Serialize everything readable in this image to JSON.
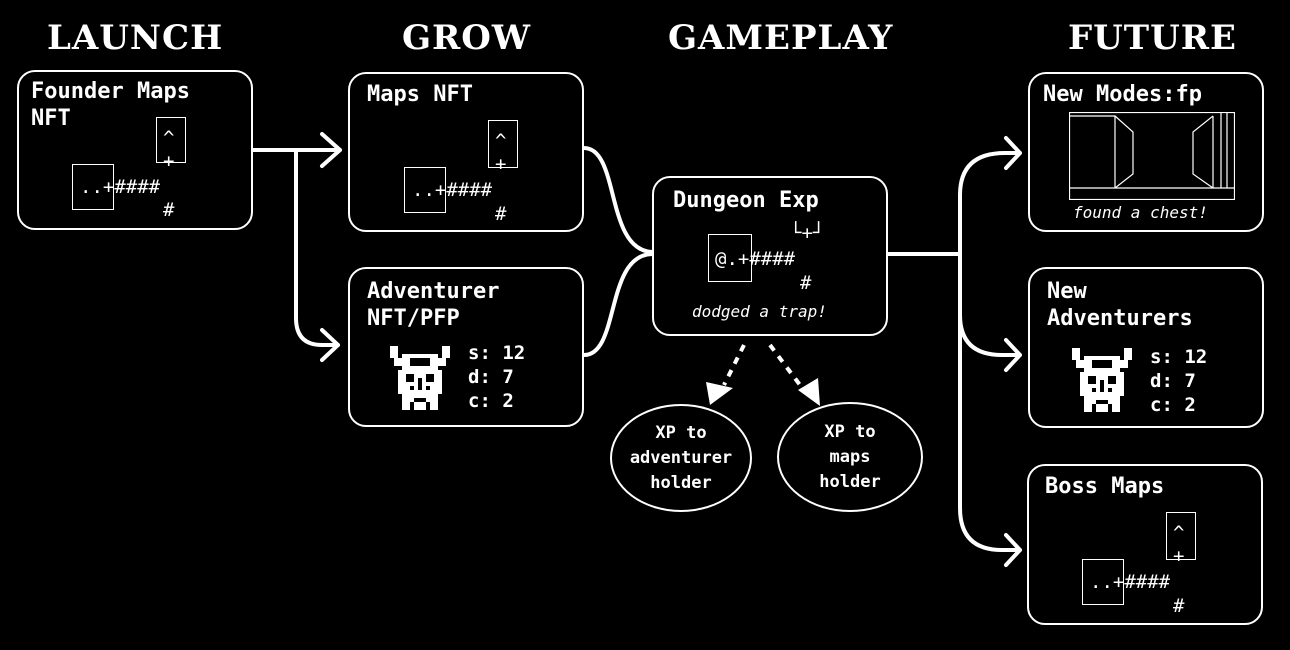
{
  "columns": {
    "launch": "LAUNCH",
    "grow": "GROW",
    "gameplay": "GAMEPLAY",
    "future": "FUTURE"
  },
  "founder_maps": {
    "title": "Founder Maps\nNFT",
    "map": {
      "up": "^",
      "plus": "+",
      "path": "..+####",
      "tail": "#"
    }
  },
  "maps_nft": {
    "title": "Maps NFT",
    "map": {
      "up": "^",
      "plus": "+",
      "path": "..+####",
      "tail": "#"
    }
  },
  "adventurer_nft": {
    "title": "Adventurer\nNFT/PFP",
    "icon": "horned-helmet-adventurer-icon",
    "stats": [
      "s: 12",
      "d: 7",
      "c: 2"
    ]
  },
  "dungeon_exp": {
    "title": "Dungeon Exp",
    "map": {
      "door": "└+┘",
      "path": "@.+####",
      "tail": "#"
    },
    "caption": "dodged a trap!"
  },
  "xp_adventurer": {
    "text": "XP to\nadventurer\nholder"
  },
  "xp_maps": {
    "text": "XP to\nmaps\nholder"
  },
  "new_modes": {
    "title": "New Modes:fp",
    "icon": "first-person-corridor-icon",
    "caption": "found a chest!"
  },
  "new_adventurers": {
    "title": "New\nAdventurers",
    "icon": "horned-helmet-adventurer-icon",
    "stats": [
      "s: 12",
      "d: 7",
      "c: 2"
    ]
  },
  "boss_maps": {
    "title": "Boss Maps",
    "map": {
      "up": "^",
      "plus": "+",
      "path": "..+####",
      "tail": "#"
    }
  },
  "colors": {
    "background": "#000000",
    "foreground": "#ffffff"
  }
}
